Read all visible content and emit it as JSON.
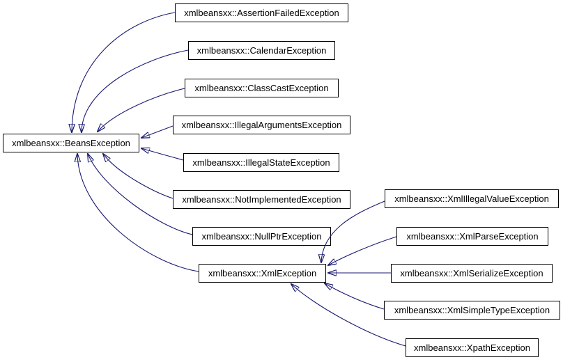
{
  "diagram": {
    "type": "class-inheritance-graph",
    "background_color": "#ffffff",
    "node_fill_color": "#ffffff",
    "node_border_color": "#000000",
    "edge_color": "#191970",
    "nodes": [
      {
        "id": "BeansException",
        "label": "xmlbeansxx::BeansException"
      },
      {
        "id": "AssertionFailedException",
        "label": "xmlbeansxx::AssertionFailedException"
      },
      {
        "id": "CalendarException",
        "label": "xmlbeansxx::CalendarException"
      },
      {
        "id": "ClassCastException",
        "label": "xmlbeansxx::ClassCastException"
      },
      {
        "id": "IllegalArgumentsException",
        "label": "xmlbeansxx::IllegalArgumentsException"
      },
      {
        "id": "IllegalStateException",
        "label": "xmlbeansxx::IllegalStateException"
      },
      {
        "id": "NotImplementedException",
        "label": "xmlbeansxx::NotImplementedException"
      },
      {
        "id": "NullPtrException",
        "label": "xmlbeansxx::NullPtrException"
      },
      {
        "id": "XmlException",
        "label": "xmlbeansxx::XmlException"
      },
      {
        "id": "XmlIllegalValueException",
        "label": "xmlbeansxx::XmlIllegalValueException"
      },
      {
        "id": "XmlParseException",
        "label": "xmlbeansxx::XmlParseException"
      },
      {
        "id": "XmlSerializeException",
        "label": "xmlbeansxx::XmlSerializeException"
      },
      {
        "id": "XmlSimpleTypeException",
        "label": "xmlbeansxx::XmlSimpleTypeException"
      },
      {
        "id": "XpathException",
        "label": "xmlbeansxx::XpathException"
      }
    ],
    "edges": [
      {
        "from": "AssertionFailedException",
        "to": "BeansException"
      },
      {
        "from": "CalendarException",
        "to": "BeansException"
      },
      {
        "from": "ClassCastException",
        "to": "BeansException"
      },
      {
        "from": "IllegalArgumentsException",
        "to": "BeansException"
      },
      {
        "from": "IllegalStateException",
        "to": "BeansException"
      },
      {
        "from": "NotImplementedException",
        "to": "BeansException"
      },
      {
        "from": "NullPtrException",
        "to": "BeansException"
      },
      {
        "from": "XmlException",
        "to": "BeansException"
      },
      {
        "from": "XmlIllegalValueException",
        "to": "XmlException"
      },
      {
        "from": "XmlParseException",
        "to": "XmlException"
      },
      {
        "from": "XmlSerializeException",
        "to": "XmlException"
      },
      {
        "from": "XmlSimpleTypeException",
        "to": "XmlException"
      },
      {
        "from": "XpathException",
        "to": "XmlException"
      }
    ]
  }
}
